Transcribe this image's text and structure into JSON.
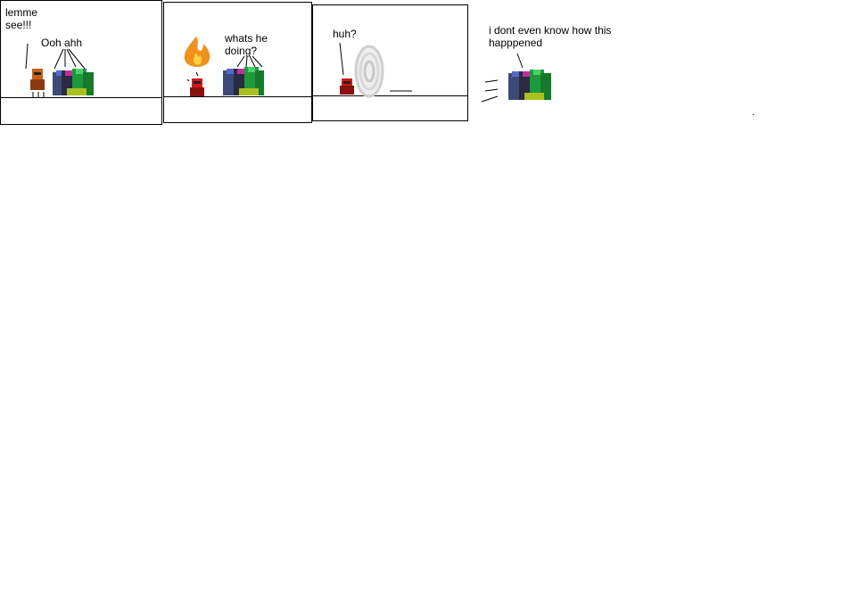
{
  "panels": [
    {
      "texts": [
        "lemme\nsee!!!",
        "Ooh ahh"
      ]
    },
    {
      "texts": [
        "whats he\ndoing?"
      ]
    },
    {
      "texts": [
        "huh?"
      ]
    },
    {
      "texts": [
        "i dont even know how this\nhapppened"
      ]
    }
  ],
  "colors": {
    "background": "#ffffff",
    "border": "#000000",
    "fire_orange": "#f0901e",
    "fire_yellow": "#ffd23c",
    "red_robot": "#d01818",
    "orange_robot": "#c8601a",
    "blue_robot": "#3c5aa8",
    "green_robot": "#1e9a3c",
    "portal": "#d8d8d8"
  },
  "icons": [
    "fire-icon",
    "portal-icon",
    "robot-figure"
  ]
}
